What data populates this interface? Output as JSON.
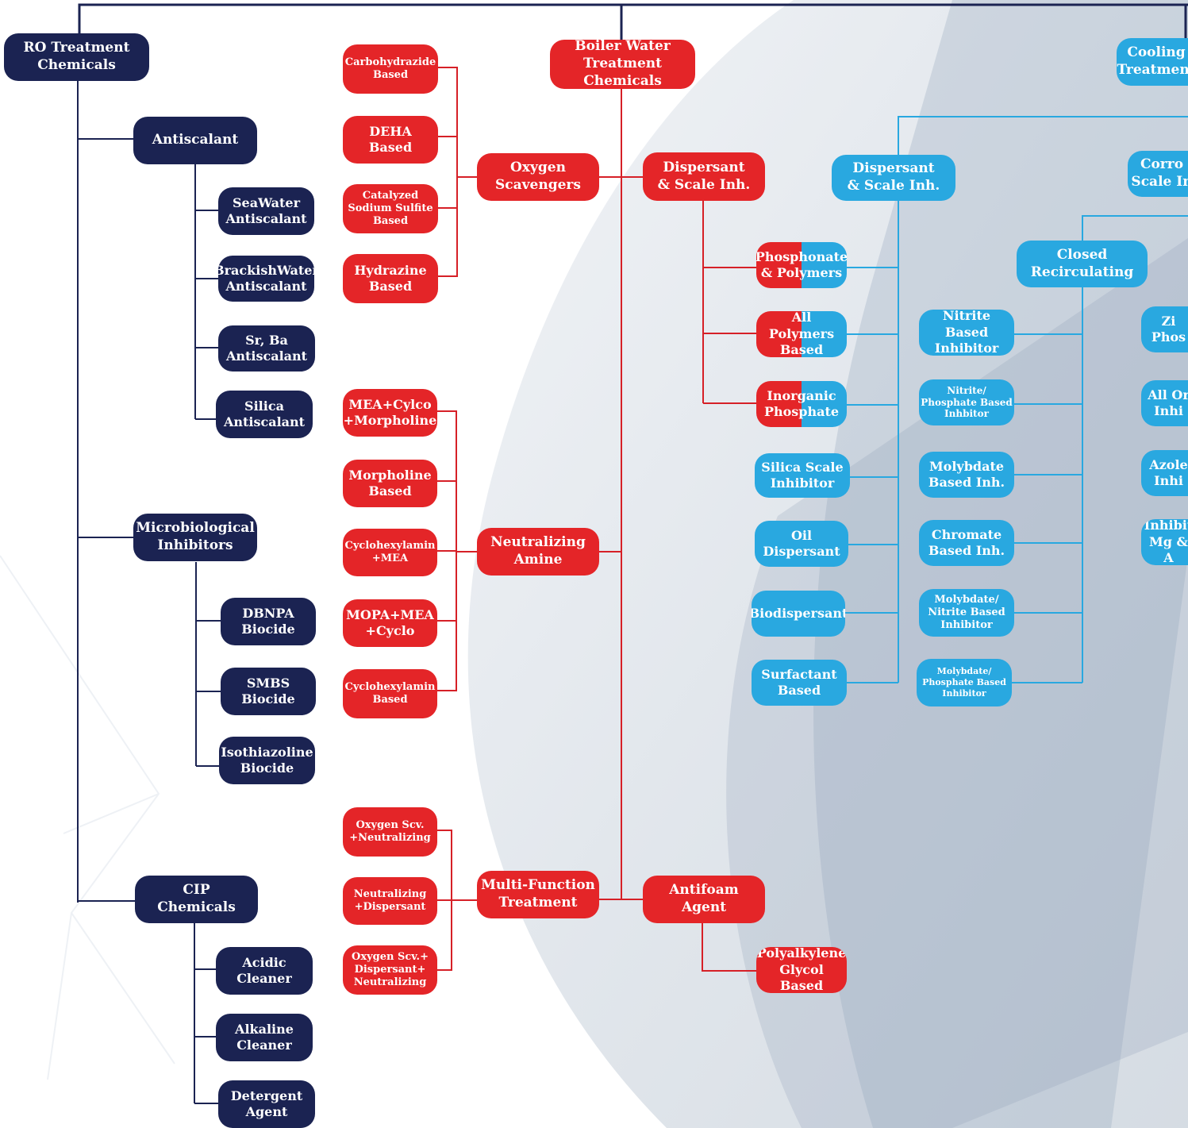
{
  "colors": {
    "ro": "#1b2352",
    "boiler": "#e42528",
    "cooling": "#29a8e0"
  },
  "ro": {
    "root": "RO Treatment\nChemicals",
    "antiscalant": "Antiscalant",
    "seawater": "SeaWater\nAntiscalant",
    "brackish": "BrackishWater\nAntiscalant",
    "srba": "Sr, Ba\nAntiscalant",
    "silica": "Silica\nAntiscalant",
    "micro": "Microbiological\nInhibitors",
    "dbnpa": "DBNPA\nBiocide",
    "smbs": "SMBS\nBiocide",
    "isothiazoline": "Isothiazoline\nBiocide",
    "cip": "CIP\nChemicals",
    "acidic": "Acidic\nCleaner",
    "alkaline": "Alkaline\nCleaner",
    "detergent": "Detergent\nAgent"
  },
  "boiler": {
    "root": "Boiler Water\nTreatment Chemicals",
    "oxygen": "Oxygen\nScavengers",
    "carbohydrazide": "Carbohydrazide\nBased",
    "deha": "DEHA\nBased",
    "catalyzed": "Catalyzed\nSodium Sulfite\nBased",
    "hydrazine": "Hydrazine\nBased",
    "neutralizing": "Neutralizing\nAmine",
    "mea_cylco": "MEA+Cylco\n+Morpholine",
    "morpholine": "Morpholine\nBased",
    "cyclo_mea": "Cyclohexylamin\n+MEA",
    "mopa": "MOPA+MEA\n+Cyclo",
    "cyclo_based": "Cyclohexylamin\nBased",
    "multi": "Multi-Function\nTreatment",
    "oxy_neut": "Oxygen Scv.\n+Neutralizing",
    "neut_disp": "Neutralizing\n+Dispersant",
    "oxy_disp_neut": "Oxygen Scv.+\nDispersant+\nNeutralizing",
    "dispersant": "Dispersant\n& Scale Inh.",
    "phosphonate": "Phosphonate\n& Polymers",
    "all_polymers": "All Polymers\nBased",
    "inorganic": "Inorganic\nPhosphate",
    "antifoam": "Antifoam\nAgent",
    "polyalkylene": "Polyalkylene\nGlycol Based"
  },
  "cooling": {
    "root": "Cooling\nTreatment",
    "dispersant": "Dispersant\n& Scale Inh.",
    "silica_scale": "Silica Scale\nInhibitor",
    "oil": "Oil\nDispersant",
    "biodispersant": "Biodispersant",
    "surfactant": "Surfactant\nBased",
    "corrosion": "Corro\nScale In",
    "closed": "Closed\nRecirculating",
    "nitrite": "Nitrite Based\nInhibitor",
    "nitrite_phos": "Nitrite/\nPhosphate Based\nInhbitor",
    "molybdate": "Molybdate\nBased Inh.",
    "chromate": "Chromate\nBased Inh.",
    "moly_nitrite": "Molybdate/\nNitrite Based\nInhibitor",
    "moly_phos": "Molybdate/\nPhosphate Based\nInhibitor",
    "zinc": "Zi\nPhos",
    "all_org": "All Or\nInhi",
    "azole": "Azole\nInhi",
    "inhibit_mg": "Inhibit\nMg & A"
  }
}
